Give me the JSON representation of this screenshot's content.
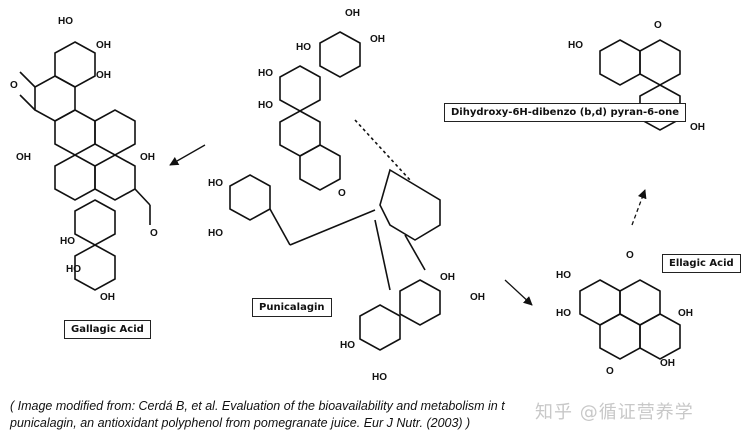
{
  "labels": {
    "gallagic_acid": "Gallagic Acid",
    "punicalagin": "Punicalagin",
    "ellagic_acid": "Ellagic Acid",
    "urolithin": "Dihydroxy-6H-dibenzo (b,d) pyran-6-one"
  },
  "atoms": {
    "oh": "HO",
    "ho": "OH",
    "o": "O"
  },
  "caption": {
    "line1": "( Image modified from: Cerdá B, et al. Evaluation of the bioavailability and metabolism in t",
    "line2": "punicalagin, an antioxidant polyphenol from pomegranate juice. Eur J Nutr. (2003) )"
  },
  "watermark": "知乎 @循证营养学"
}
